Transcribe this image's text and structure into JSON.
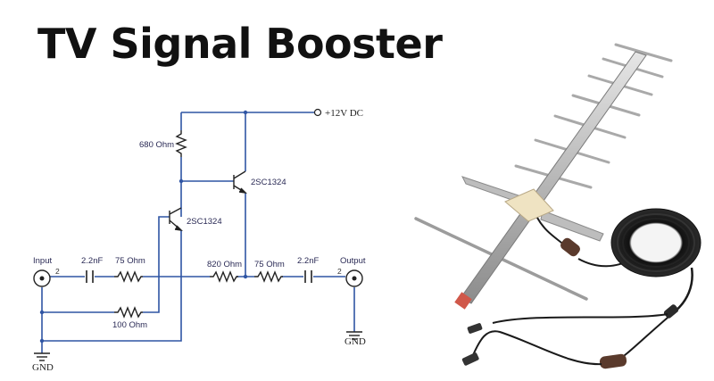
{
  "title": "TV Signal Booster",
  "schematic": {
    "supply_label": "+12V DC",
    "input_label": "Input",
    "output_label": "Output",
    "gnd_left": "GND",
    "gnd_right": "GND",
    "input_pin": "2",
    "output_pin": "2",
    "r_collector": "680 Ohm",
    "q_upper": "2SC1324",
    "q_lower": "2SC1324",
    "c_in": "2.2nF",
    "r_in": "75 Ohm",
    "r_feedback": "100 Ohm",
    "r_820": "820 Ohm",
    "r_out": "75 Ohm",
    "c_out": "2.2nF"
  },
  "colors": {
    "wire": "#2f55a4",
    "component": "#222222"
  },
  "photo": {
    "description_icon": "yagi-antenna-with-booster-cable"
  }
}
